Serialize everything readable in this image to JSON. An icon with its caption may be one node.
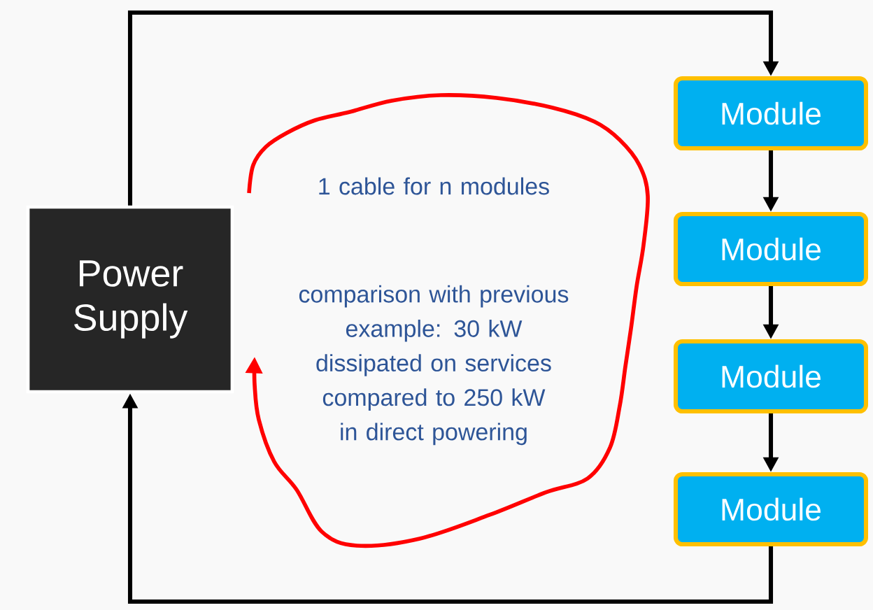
{
  "diagram": {
    "nodes": [
      {
        "text": [
          "Power Supply"
        ]
      },
      {
        "text": [
          "Module"
        ]
      },
      {
        "text": [
          "Module"
        ]
      },
      {
        "text": [
          "Module"
        ]
      },
      {
        "text": [
          "Module"
        ]
      }
    ],
    "edges": [
      {
        "from": 0,
        "to": 1,
        "arrow": "to"
      },
      {
        "from": 1,
        "to": 2,
        "arrow": "to"
      },
      {
        "from": 2,
        "to": 3,
        "arrow": "to"
      },
      {
        "from": 3,
        "to": 4,
        "arrow": "to"
      },
      {
        "from": 4,
        "to": 0,
        "arrow": "to"
      }
    ],
    "labels": [
      "1 cable for n modules",
      "comparison with previous example: 30 kW dissipated on services compared to 250 kW in direct powering"
    ]
  }
}
